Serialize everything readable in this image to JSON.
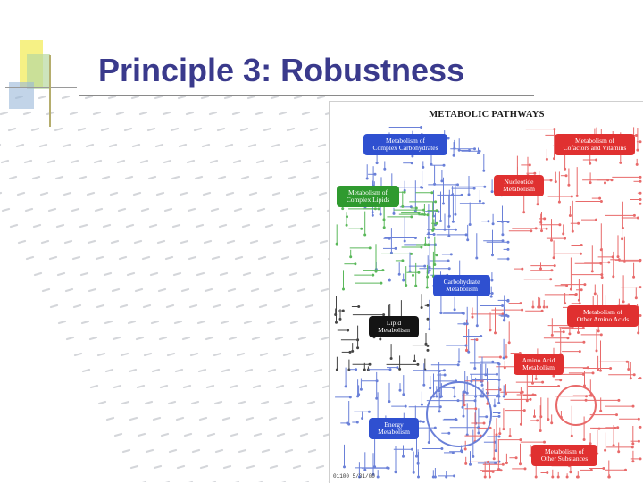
{
  "slide": {
    "title": "Principle 3: Robustness"
  },
  "figure": {
    "title": "METABOLIC PATHWAYS",
    "code": "01100 5/31/00",
    "colors": {
      "blue": "#2f50d0",
      "red": "#e03030",
      "green": "#2f9a2f",
      "black": "#141414",
      "blue_lines": "#6a80d8",
      "red_lines": "#e86a6a",
      "green_lines": "#5ab85a",
      "black_lines": "#444444"
    },
    "modules": {
      "complex_carbohydrates": [
        "Metabolism of",
        "Complex Carbohydrates"
      ],
      "cofactors_vitamins": [
        "Metabolism of",
        "Cofactors and Vitamins"
      ],
      "nucleotide": [
        "Nucleotide",
        "Metabolism"
      ],
      "complex_lipids": [
        "Metabolism of",
        "Complex Lipids"
      ],
      "carbohydrate": [
        "Carbohydrate",
        "Metabolism"
      ],
      "lipid": [
        "Lipid",
        "Metabolism"
      ],
      "other_amino_acids": [
        "Metabolism of",
        "Other Amino Acids"
      ],
      "amino_acid": [
        "Amino Acid",
        "Metabolism"
      ],
      "energy": [
        "Energy",
        "Metabolism"
      ],
      "other_substances": [
        "Metabolism of",
        "Other Substances"
      ]
    }
  }
}
